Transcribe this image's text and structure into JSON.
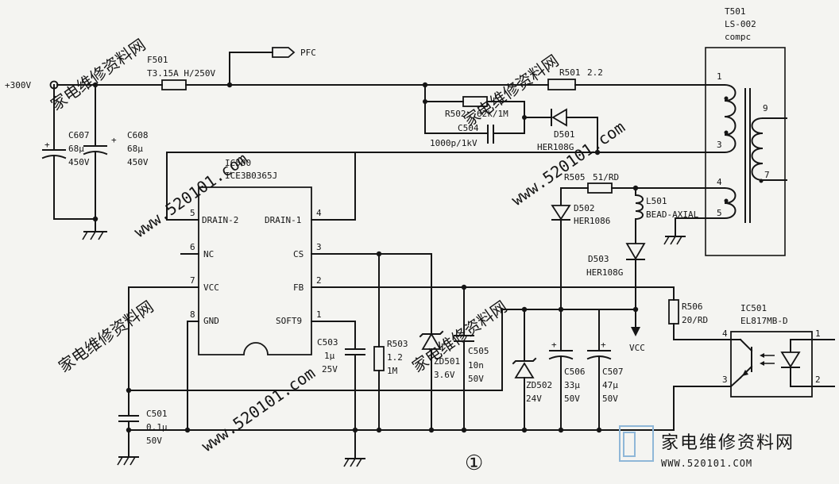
{
  "input": {
    "label": "+300V"
  },
  "pfc": {
    "label": "PFC"
  },
  "f501": {
    "name": "F501",
    "value": "T3.15A H/250V"
  },
  "c607": {
    "name": "C607",
    "value": "68μ",
    "voltage": "450V"
  },
  "c608": {
    "name": "C608",
    "value": "68μ",
    "voltage": "450V"
  },
  "r501": {
    "name": "R501",
    "value": "2.2"
  },
  "r502": {
    "name": "R502",
    "value": "62k/1M"
  },
  "c504": {
    "name": "C504",
    "value": "1000p/1kV"
  },
  "d501": {
    "name": "D501",
    "part": "HER108G"
  },
  "t501": {
    "name": "T501",
    "part": "LS-002",
    "note": "compc",
    "pins": [
      "1",
      "3",
      "4",
      "5",
      "9",
      "7"
    ]
  },
  "ic500": {
    "name": "IC500",
    "part": "ICE3B0365J",
    "left_pins": [
      {
        "num": "5",
        "name": "DRAIN-2"
      },
      {
        "num": "6",
        "name": "NC"
      },
      {
        "num": "7",
        "name": "VCC"
      },
      {
        "num": "8",
        "name": "GND"
      }
    ],
    "right_pins": [
      {
        "num": "4",
        "name": "DRAIN-1"
      },
      {
        "num": "3",
        "name": "CS"
      },
      {
        "num": "2",
        "name": "FB"
      },
      {
        "num": "1",
        "name": "SOFT9"
      }
    ]
  },
  "r505": {
    "name": "R505",
    "value": "51/RD"
  },
  "l501": {
    "name": "L501",
    "part": "BEAD-AXIAL"
  },
  "d502": {
    "name": "D502",
    "part": "HER1086"
  },
  "d503": {
    "name": "D503",
    "part": "HER108G"
  },
  "vcc": {
    "label": "VCC"
  },
  "r506": {
    "name": "R506",
    "value": "20/RD"
  },
  "ic501": {
    "name": "IC501",
    "part": "EL817MB-D",
    "pins": [
      "4",
      "3",
      "1",
      "2"
    ]
  },
  "c503": {
    "name": "C503",
    "value": "1μ",
    "voltage": "25V"
  },
  "r503": {
    "name": "R503",
    "value": "1.2",
    "value2": "1M"
  },
  "zd501": {
    "name": "ZD501",
    "value": "3.6V"
  },
  "c505": {
    "name": "C505",
    "value": "10n",
    "voltage": "50V"
  },
  "zd502": {
    "name": "ZD502",
    "value": "24V"
  },
  "c506": {
    "name": "C506",
    "value": "33μ",
    "voltage": "50V"
  },
  "c507": {
    "name": "C507",
    "value": "47μ",
    "voltage": "50V"
  },
  "c501": {
    "name": "C501",
    "value": "0.1μ",
    "voltage": "50V"
  },
  "page_marker": "①",
  "watermark": {
    "brand": "家电维修资料网",
    "site": "www.520101.com",
    "url": "WWW.520101.COM"
  }
}
